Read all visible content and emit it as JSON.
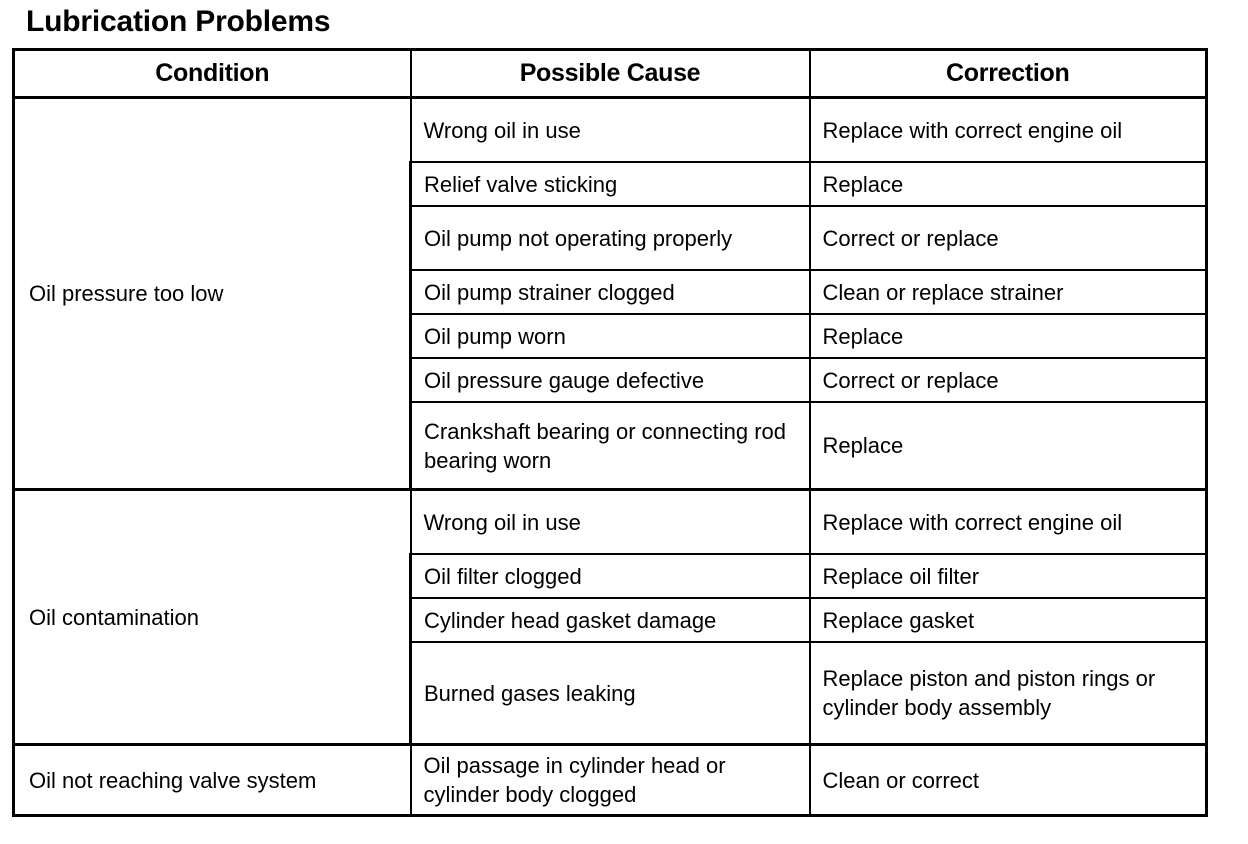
{
  "title": "Lubrication Problems",
  "table": {
    "headers": {
      "condition": "Condition",
      "cause": "Possible Cause",
      "correction": "Correction"
    },
    "sections": [
      {
        "condition": "Oil pressure too low",
        "rows": [
          {
            "cause": "Wrong oil in use",
            "correction": "Replace with correct engine oil"
          },
          {
            "cause": "Relief valve sticking",
            "correction": "Replace"
          },
          {
            "cause": "Oil pump not operating properly",
            "correction": "Correct or replace"
          },
          {
            "cause": "Oil pump strainer clogged",
            "correction": "Clean or replace strainer"
          },
          {
            "cause": "Oil pump worn",
            "correction": "Replace"
          },
          {
            "cause": "Oil pressure gauge defective",
            "correction": "Correct or replace"
          },
          {
            "cause": "Crankshaft bearing or connecting rod bearing worn",
            "correction": "Replace"
          }
        ]
      },
      {
        "condition": "Oil contamination",
        "rows": [
          {
            "cause": "Wrong oil in use",
            "correction": "Replace with correct engine oil"
          },
          {
            "cause": "Oil filter clogged",
            "correction": "Replace oil filter"
          },
          {
            "cause": "Cylinder head gasket damage",
            "correction": "Replace gasket"
          },
          {
            "cause": "Burned gases leaking",
            "correction": "Replace piston and piston rings or cylinder body assembly"
          }
        ]
      },
      {
        "condition": "Oil not reaching valve system",
        "rows": [
          {
            "cause": "Oil passage in cylinder head or cylinder body clogged",
            "correction": "Clean or correct"
          }
        ]
      }
    ]
  }
}
